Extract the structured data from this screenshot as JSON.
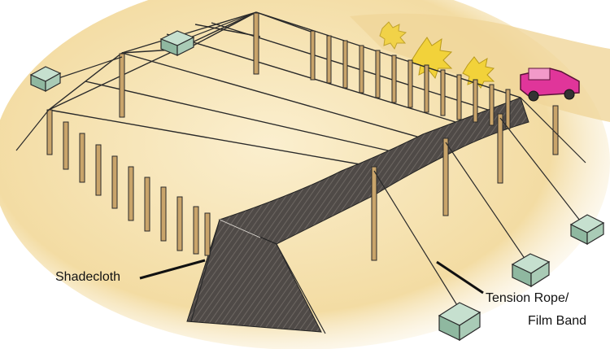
{
  "labels": {
    "shadecloth": "Shadecloth",
    "tension_line1": "Tension Rope/",
    "tension_line2": "Film Band"
  },
  "colors": {
    "ground": "#f3dfa8",
    "ground_light": "#fbf1d6",
    "field": "#e8c98e",
    "post": "#c9a46a",
    "outline": "#2a2a2a",
    "cloth": "#5b5652",
    "anchor_block": "#a9cbb6",
    "truck": "#e0359a",
    "shrub": "#f2d23a"
  },
  "icons": [
    "pickup-truck-icon",
    "anchor-block-icon",
    "shrub-icon"
  ]
}
